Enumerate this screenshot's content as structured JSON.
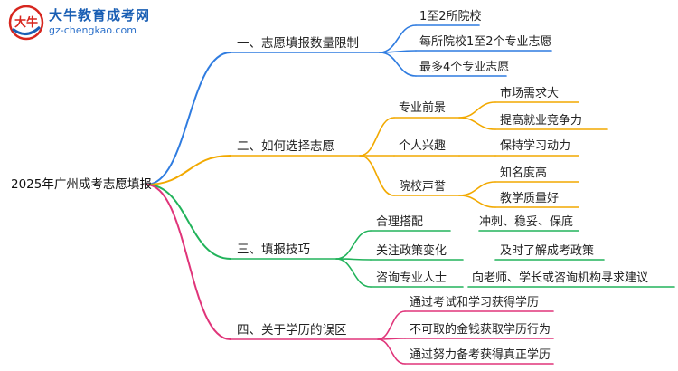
{
  "logo": {
    "title": "大牛教育成考网",
    "url": "gz-chengkao.com",
    "mark_text": "大牛",
    "colors": {
      "blue": "#1a5fb4",
      "red": "#d7261e"
    }
  },
  "root": "2025年广州成考志愿填报",
  "branches": [
    {
      "label": "一、志愿填报数量限制",
      "color": "#2f7ce0",
      "children": [
        {
          "label": "1至2所院校"
        },
        {
          "label": "每所院校1至2个专业志愿"
        },
        {
          "label": "最多4个专业志愿"
        }
      ]
    },
    {
      "label": "二、如何选择志愿",
      "color": "#f2a900",
      "children": [
        {
          "label": "专业前景",
          "children": [
            "市场需求大",
            "提高就业竞争力"
          ]
        },
        {
          "label": "个人兴趣",
          "children": [
            "保持学习动力"
          ]
        },
        {
          "label": "院校声誉",
          "children": [
            "知名度高",
            "教学质量好"
          ]
        }
      ]
    },
    {
      "label": "三、填报技巧",
      "color": "#22b35b",
      "children": [
        {
          "label": "合理搭配",
          "children": [
            "冲刺、稳妥、保底"
          ]
        },
        {
          "label": "关注政策变化",
          "children": [
            "及时了解成考政策"
          ]
        },
        {
          "label": "咨询专业人士",
          "children": [
            "向老师、学长或咨询机构寻求建议"
          ]
        }
      ]
    },
    {
      "label": "四、关于学历的误区",
      "color": "#e0357a",
      "children": [
        {
          "label": "通过考试和学习获得学历"
        },
        {
          "label": "不可取的金钱获取学历行为"
        },
        {
          "label": "通过努力备考获得真正学历"
        }
      ]
    }
  ]
}
